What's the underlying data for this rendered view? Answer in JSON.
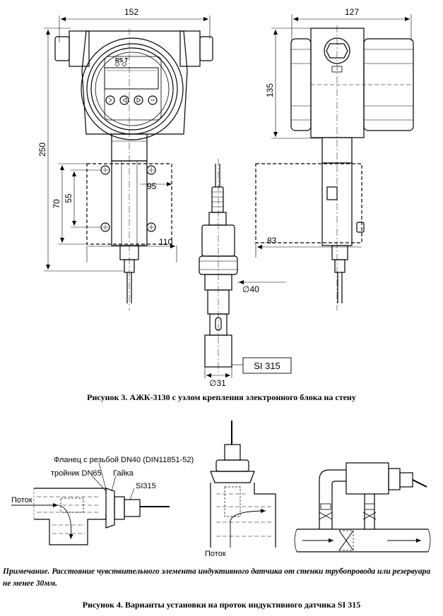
{
  "figure1": {
    "caption": "Рисунок 3. АЖК-3130 с узлом крепления электронного блока на стену",
    "front_view": {
      "display_label": "RS T",
      "dimensions": {
        "width": "152",
        "height": "250",
        "mount_height": "70",
        "hole_spacing": "55",
        "bracket_offset": "95",
        "bracket_width": "110"
      }
    },
    "side_view": {
      "dimensions": {
        "width": "127",
        "upper_height": "135",
        "mount_depth": "83"
      }
    },
    "sensor": {
      "dimensions": {
        "diameter_upper": "∅40",
        "diameter_lower": "∅31"
      },
      "model_box": "SI 315"
    }
  },
  "figure2": {
    "caption": "Рисунок 4. Варианты установки на проток индуктивного датчика SI 315",
    "labels": {
      "flange": "Фланец с резьбой DN40 (DIN11851-52)",
      "tee": "тройник DN65",
      "nut": "Гайка",
      "sensor": "SI315",
      "flow_left": "Поток",
      "flow_middle": "Поток"
    },
    "note": "Примечание. Расстояние чувствительного элемента индуктивного датчика от стенки трубопровода или резервуара не менее 30мм."
  }
}
